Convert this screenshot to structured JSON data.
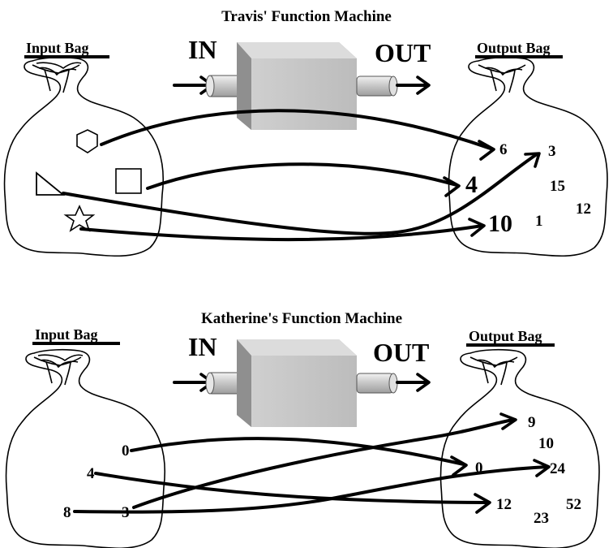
{
  "travis": {
    "title": "Travis' Function Machine",
    "input_label": "Input Bag",
    "output_label": "Output Bag",
    "in_label": "IN",
    "out_label": "OUT",
    "input_items": [
      "hexagon",
      "square",
      "right-triangle",
      "star"
    ],
    "output_numbers": [
      "6",
      "3",
      "4",
      "15",
      "12",
      "10",
      "1"
    ]
  },
  "katherine": {
    "title": "Katherine's Function Machine",
    "input_label": "Input Bag",
    "output_label": "Output Bag",
    "in_label": "IN",
    "out_label": "OUT",
    "input_numbers": [
      "0",
      "4",
      "8",
      "3"
    ],
    "output_numbers": [
      "9",
      "10",
      "0",
      "24",
      "12",
      "52",
      "23"
    ]
  }
}
